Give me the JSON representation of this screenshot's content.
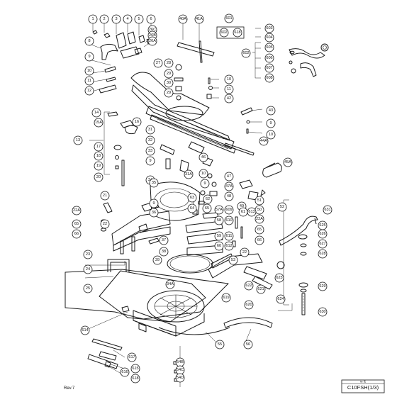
{
  "rev_label": "Rev.7",
  "model_code": "C10FSH(1/3)",
  "title_box_small_label": "№ 名",
  "parts": [
    "1",
    "2",
    "3",
    "4",
    "5",
    "6",
    "7",
    "8",
    "9",
    "10",
    "11",
    "12",
    "13",
    "14",
    "15A",
    "16",
    "17",
    "18",
    "19",
    "20",
    "21",
    "22",
    "22A",
    "23",
    "24",
    "25",
    "26A",
    "26B",
    "26C",
    "27",
    "28",
    "29",
    "30",
    "31",
    "31A",
    "32",
    "33",
    "34",
    "34A",
    "35",
    "36",
    "37",
    "38",
    "39",
    "40A",
    "41A",
    "42",
    "43",
    "44A",
    "45A",
    "46",
    "47",
    "47A",
    "48",
    "49",
    "50",
    "51",
    "52",
    "53",
    "54B",
    "54C",
    "54D",
    "55",
    "56",
    "57A",
    "58",
    "59",
    "60",
    "61",
    "62",
    "63",
    "64",
    "65",
    "66",
    "601",
    "602",
    "603",
    "604",
    "605",
    "606",
    "607",
    "608",
    "609",
    "610",
    "611",
    "612",
    "613",
    "614",
    "615",
    "616",
    "617",
    "618",
    "619",
    "620",
    "621",
    "622",
    "623",
    "624",
    "625",
    "626",
    "627",
    "628",
    "629",
    "630",
    "631"
  ]
}
